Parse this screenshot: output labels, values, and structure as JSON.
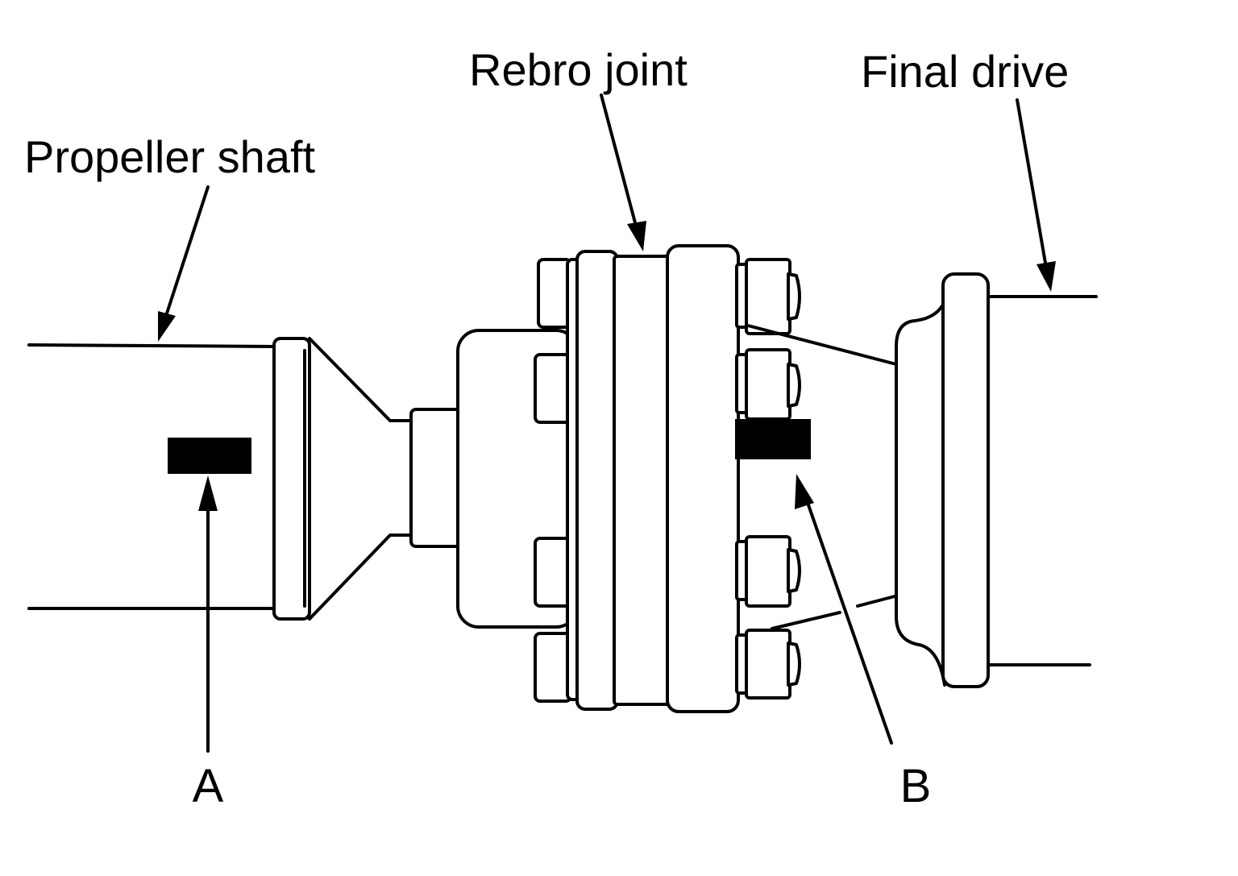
{
  "labels": {
    "propeller_shaft": "Propeller shaft",
    "rebro_joint": "Rebro joint",
    "final_drive": "Final drive",
    "mark_a": "A",
    "mark_b": "B"
  },
  "colors": {
    "ink": "#000000",
    "background": "#ffffff"
  }
}
